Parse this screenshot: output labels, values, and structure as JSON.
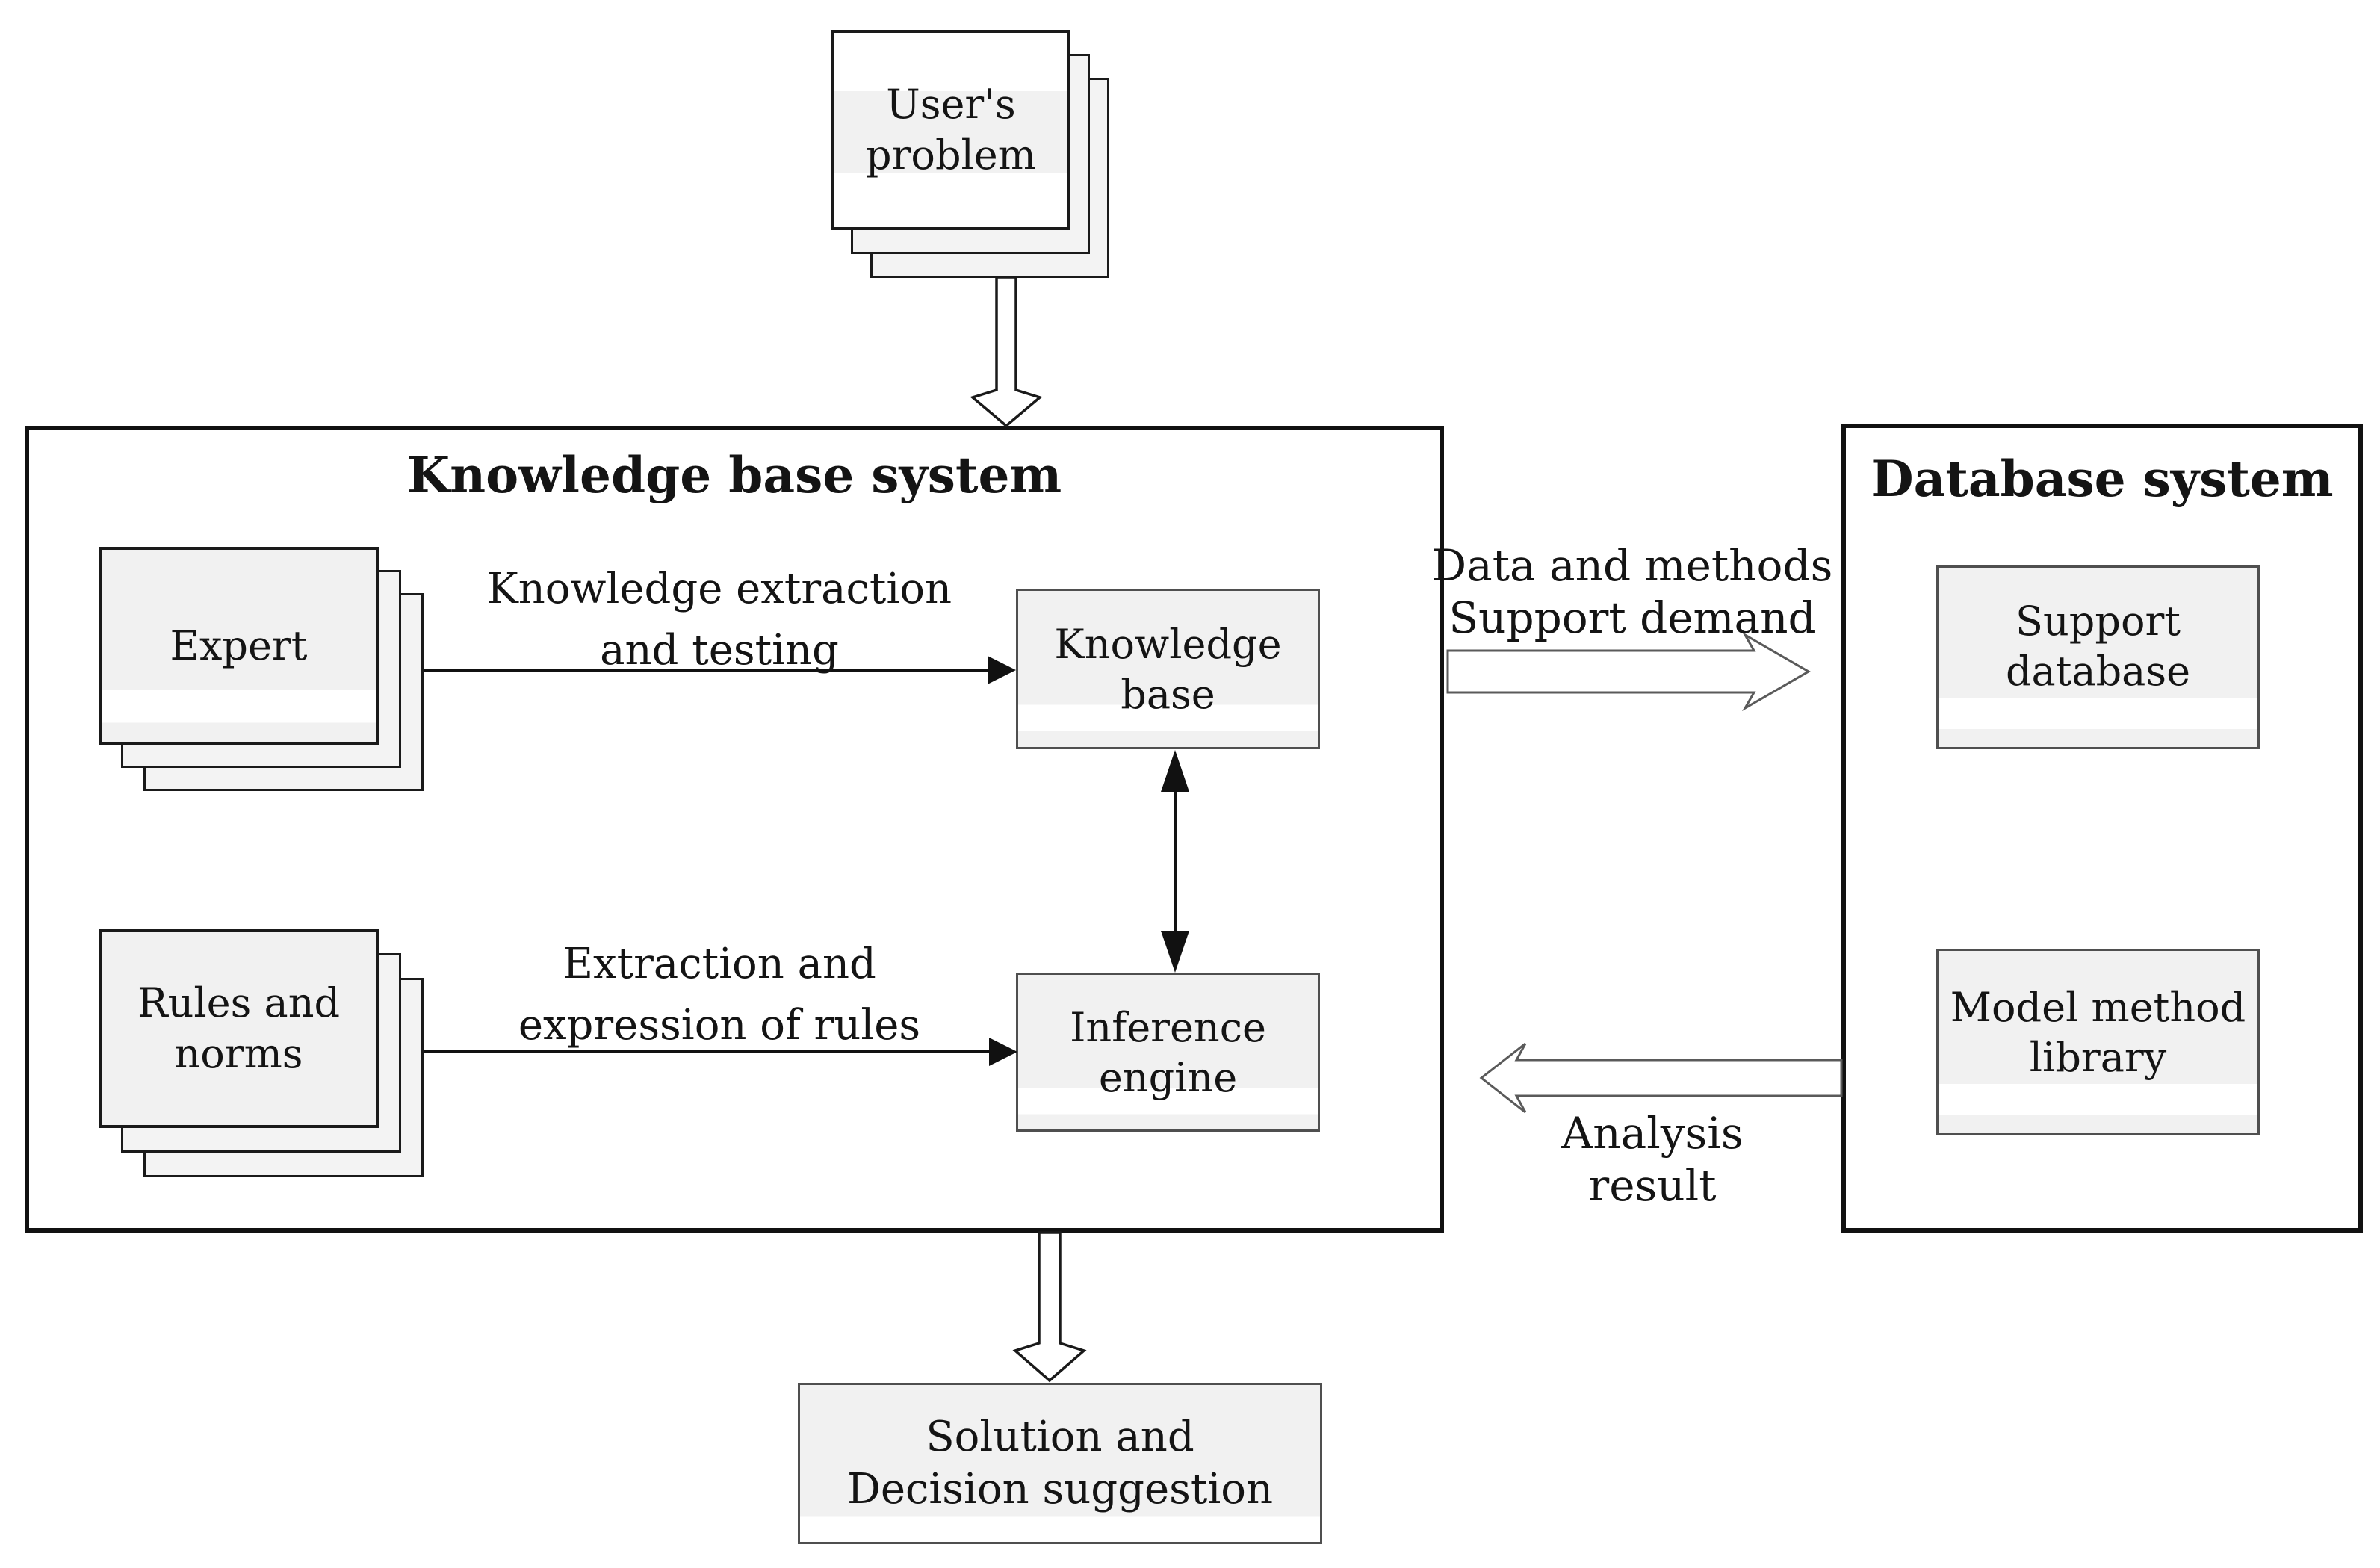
{
  "diagram": {
    "nodes": {
      "user_problem": {
        "line1": "User's",
        "line2": "problem"
      },
      "expert": {
        "label": "Expert"
      },
      "rules_norms": {
        "line1": "Rules and",
        "line2": "norms"
      },
      "knowledge_base": {
        "line1": "Knowledge",
        "line2": "base"
      },
      "inference_engine": {
        "line1": "Inference",
        "line2": "engine"
      },
      "support_database": {
        "line1": "Support",
        "line2": "database"
      },
      "model_method_library": {
        "line1": "Model method",
        "line2": "library"
      },
      "solution": {
        "line1": "Solution and",
        "line2": "Decision suggestion"
      }
    },
    "containers": {
      "knowledge_base_system": {
        "title": "Knowledge base system"
      },
      "database_system": {
        "title": "Database system"
      }
    },
    "edges": {
      "knowledge_extraction": {
        "line1": "Knowledge extraction",
        "line2": "and testing"
      },
      "rules_extraction": {
        "line1": "Extraction and",
        "line2": "expression of rules"
      },
      "data_methods": {
        "line1": "Data and methods",
        "line2": "Support demand"
      },
      "analysis_result": {
        "line1": "Analysis",
        "line2": "result"
      }
    },
    "colors": {
      "box_fill": "#f1f1f1",
      "box_border": "#1a1a1a",
      "inner_box_border": "#4f4f4f",
      "solid_arrow": "#111111",
      "hollow_arrow_outline": "#5a5a5a",
      "text": "#141414",
      "background": "#ffffff"
    }
  }
}
